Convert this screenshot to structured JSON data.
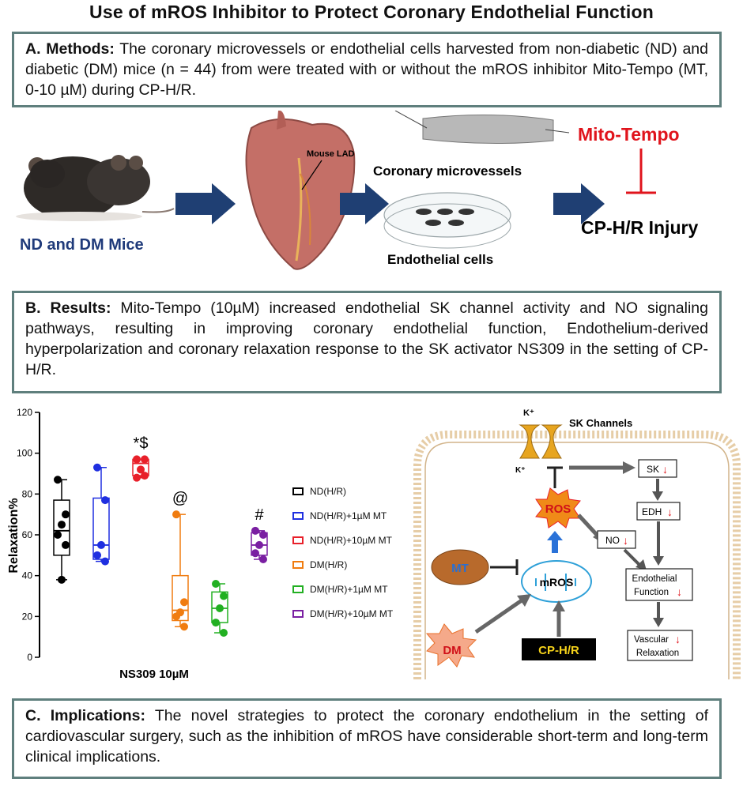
{
  "title": "Use of mROS Inhibitor to Protect Coronary Endothelial Function",
  "methods": {
    "heading": "A. Methods:",
    "text": " The coronary microvessels or endothelial cells harvested from non-diabetic (ND) and diabetic (DM) mice (n = 44) from were treated with or without the mROS inhibitor Mito-Tempo (MT, 0-10 µM) during CP-H/R."
  },
  "workflow": {
    "mice_label": "ND and DM Mice",
    "heart_label": "Mouse LAD",
    "microvessels_label": "Coronary microvessels",
    "cells_label": "Endothelial cells",
    "inhibitor_label": "Mito-Tempo",
    "injury_label": "CP-H/R Injury"
  },
  "results": {
    "heading": "B. Results:",
    "text": " Mito-Tempo (10µM) increased endothelial SK channel activity and NO signaling pathways,  resulting in improving coronary endothelial function, Endothelium-derived hyperpolarization  and coronary relaxation  response to the SK activator NS309  in the setting of CP-H/R."
  },
  "chart_data": {
    "type": "box",
    "ylabel": "Relaxation%",
    "xlabel": "NS309 10µM",
    "ylim": [
      0,
      120
    ],
    "yticks": [
      "0",
      "20",
      "40",
      "60",
      "80",
      "100",
      "120"
    ],
    "groups": [
      {
        "name": "ND(H/R)",
        "color": "#000000",
        "points": [
          87,
          70,
          65,
          60,
          55,
          38
        ],
        "min": 38,
        "q1": 50,
        "median": 62,
        "q3": 77,
        "max": 87,
        "annotation": ""
      },
      {
        "name": "ND(H/R)+1µM MT",
        "color": "#1f2fe0",
        "points": [
          93,
          77,
          55,
          50,
          47
        ],
        "min": 47,
        "q1": 48,
        "median": 55,
        "q3": 78,
        "max": 93,
        "annotation": ""
      },
      {
        "name": "ND(H/R)+10µM MT",
        "color": "#e8202a",
        "points": [
          97,
          97,
          92,
          88,
          89
        ],
        "min": 88,
        "q1": 89,
        "median": 95,
        "q3": 97,
        "max": 97,
        "annotation": "*$"
      },
      {
        "name": "DM(H/R)",
        "color": "#f07c10",
        "points": [
          70,
          27,
          22,
          20,
          15
        ],
        "min": 15,
        "q1": 18,
        "median": 23,
        "q3": 40,
        "max": 70,
        "annotation": "@"
      },
      {
        "name": "DM(H/R)+1µM MT",
        "color": "#22b022",
        "points": [
          36,
          30,
          24,
          17,
          12
        ],
        "min": 12,
        "q1": 17,
        "median": 24,
        "q3": 32,
        "max": 36,
        "annotation": ""
      },
      {
        "name": "DM(H/R)+10µM MT",
        "color": "#7a1fa2",
        "points": [
          62,
          60,
          55,
          51,
          48
        ],
        "min": 48,
        "q1": 50,
        "median": 55,
        "q3": 61,
        "max": 62,
        "annotation": "#"
      }
    ]
  },
  "pathway": {
    "channel_label": "SK Channels",
    "k_top": "K⁺",
    "k_bottom": "K⁺",
    "ros": "ROS",
    "mros": "mROS",
    "mt": "MT",
    "dm": "DM",
    "cphr": "CP-H/R",
    "sk": "SK",
    "edh": "EDH",
    "no": "NO",
    "endo_line1": "Endothelial",
    "endo_line2": "Function",
    "vasc_line1": "Vascular",
    "vasc_line2": "Relaxation",
    "down_arrow": "↓"
  },
  "implications": {
    "heading": "C. Implications:",
    "text": " The novel strategies to protect the coronary endothelium in the setting of cardiovascular surgery, such as the inhibition of mROS have considerable short-term and long-term clinical implications."
  },
  "colors": {
    "box_border": "#5f7f7d",
    "arrow_blue": "#1f3f73",
    "inhibitor_red": "#e0141c",
    "mice_label": "#1f3a7a"
  }
}
